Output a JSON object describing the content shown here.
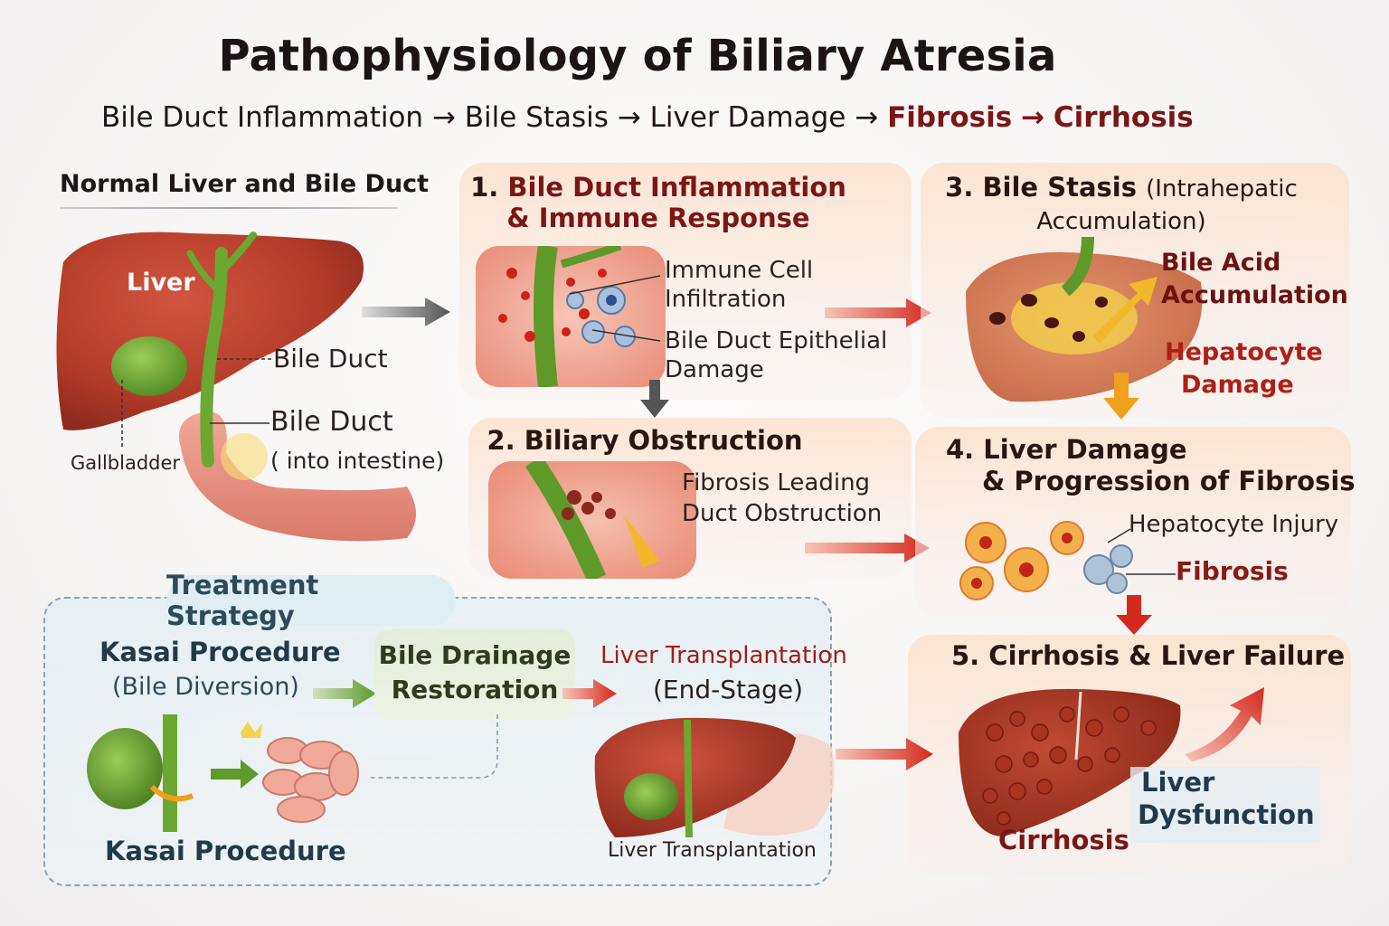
{
  "title": "Pathophysiology of Biliary Atresia",
  "flow": {
    "s1": "Bile Duct Inflammation",
    "s2": "Bile Stasis",
    "s3": "Liver Damage",
    "s4": "Fibrosis",
    "s5": "Cirrhosis",
    "arrow": "→"
  },
  "normal": {
    "heading": "Normal Liver and Bile Duct",
    "liver": "Liver",
    "bile_duct": "Bile Duct",
    "bile_duct2": "Bile Duct",
    "into_intestine": "( into intestine)",
    "gallbladder": "Gallbladder"
  },
  "step1": {
    "title_num": "1.",
    "title_a": "Bile Duct Inflammation",
    "title_b": "& Immune Response",
    "immune1": "Immune Cell",
    "immune2": "Infiltration",
    "epi1": "Bile Duct Epithelial",
    "epi2": "Damage"
  },
  "step2": {
    "title": "2. Biliary Obstruction",
    "fib1": "Fibrosis Leading",
    "fib2": "Duct Obstruction"
  },
  "step3": {
    "title_a": "3. Bile Stasis",
    "title_b": "(Intrahepatic",
    "title_c": "Accumulation)",
    "acid1": "Bile Acid",
    "acid2": "Accumulation",
    "hep1": "Hepatocyte",
    "hep2": "Damage"
  },
  "step4": {
    "title_a": "4. Liver Damage",
    "title_b": "& Progression of Fibrosis",
    "injury": "Hepatocyte Injury",
    "fibrosis": "Fibrosis"
  },
  "step5": {
    "title": "5. Cirrhosis & Liver Failure",
    "cirrhosis": "Cirrhosis",
    "dys1": "Liver",
    "dys2": "Dysfunction"
  },
  "treatment": {
    "heading": "Treatment Strategy",
    "kasai_a": "Kasai Procedure",
    "kasai_b": "(Bile Diversion)",
    "drain_a": "Bile Drainage",
    "drain_b": "Restoration",
    "lt_a": "Liver Transplantation",
    "lt_b": "(End-Stage)",
    "kasai_caption": "Kasai Procedure",
    "lt_caption": "Liver Transplantation"
  },
  "colors": {
    "liver": "#b33a2a",
    "gallbladder": "#5e9a2a",
    "flow_red": "#7a1715",
    "arrow_red": "#d42a1e",
    "arrow_orange": "#f0a01c",
    "arrow_green": "#5f9a2c",
    "arrow_gray": "#555555"
  }
}
